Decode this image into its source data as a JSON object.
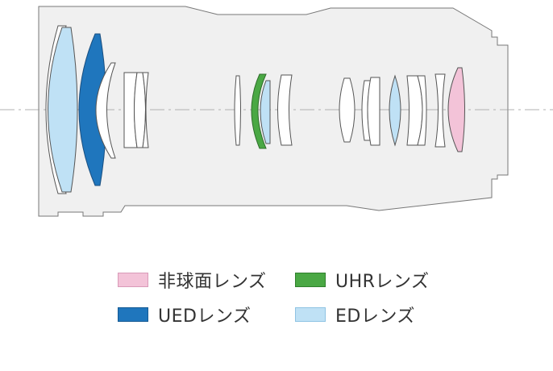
{
  "colors": {
    "aspherical": "#f3c3d8",
    "uhr": "#4aa844",
    "ued": "#1f76bd",
    "ed": "#bfe1f5",
    "body_fill": "#f0f0f0",
    "body_stroke": "#777777",
    "lens_stroke": "#555555",
    "axis": "#999999"
  },
  "legend": [
    {
      "id": "aspherical",
      "label": "非球面レンズ",
      "color": "#f3c3d8",
      "border": "#d99ab8"
    },
    {
      "id": "uhr",
      "label": "UHRレンズ",
      "color": "#4aa844",
      "border": "#2f7f2c"
    },
    {
      "id": "ued",
      "label": "UEDレンズ",
      "color": "#1f76bd",
      "border": "#155a94"
    },
    {
      "id": "ed",
      "label": "EDレンズ",
      "color": "#bfe1f5",
      "border": "#8fc3e3"
    }
  ]
}
